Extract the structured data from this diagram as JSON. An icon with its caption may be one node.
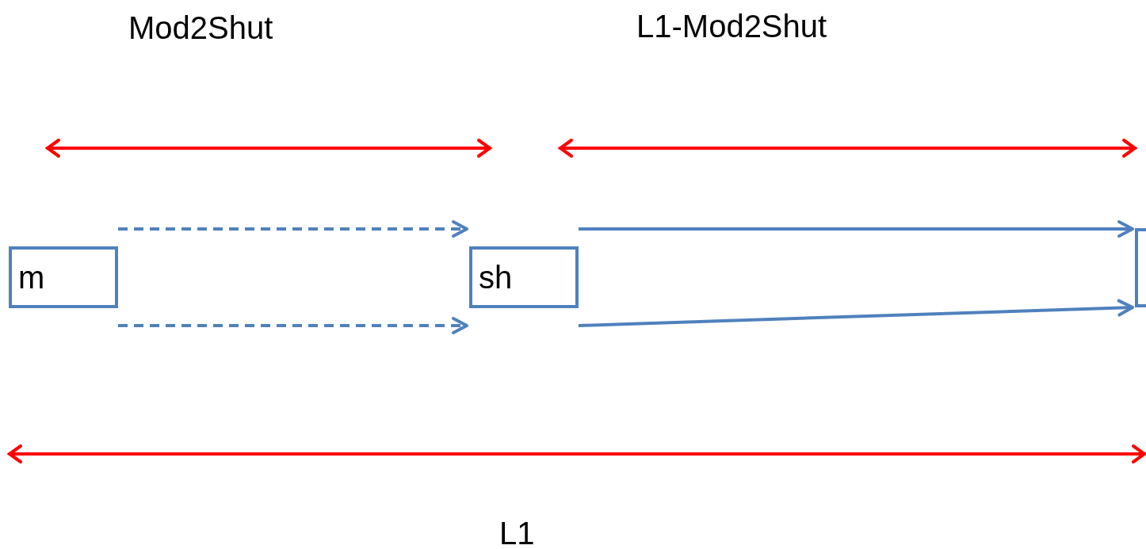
{
  "diagram": {
    "nodes": [
      {
        "text": [
          "m"
        ]
      },
      {
        "text": [
          "sh"
        ]
      },
      {
        "text": [],
        "shape": "box"
      }
    ],
    "edges": [
      {
        "from": 0,
        "to": 1,
        "arrow": "to",
        "style": "dashed"
      },
      {
        "from": 0,
        "to": 1,
        "arrow": "to",
        "style": "dashed"
      },
      {
        "from": 1,
        "to": 2,
        "arrow": "to"
      },
      {
        "from": 1,
        "to": 2,
        "arrow": "to"
      }
    ],
    "labels": [
      "Mod2Shut",
      "L1-Mod2Shut",
      "L1"
    ]
  }
}
